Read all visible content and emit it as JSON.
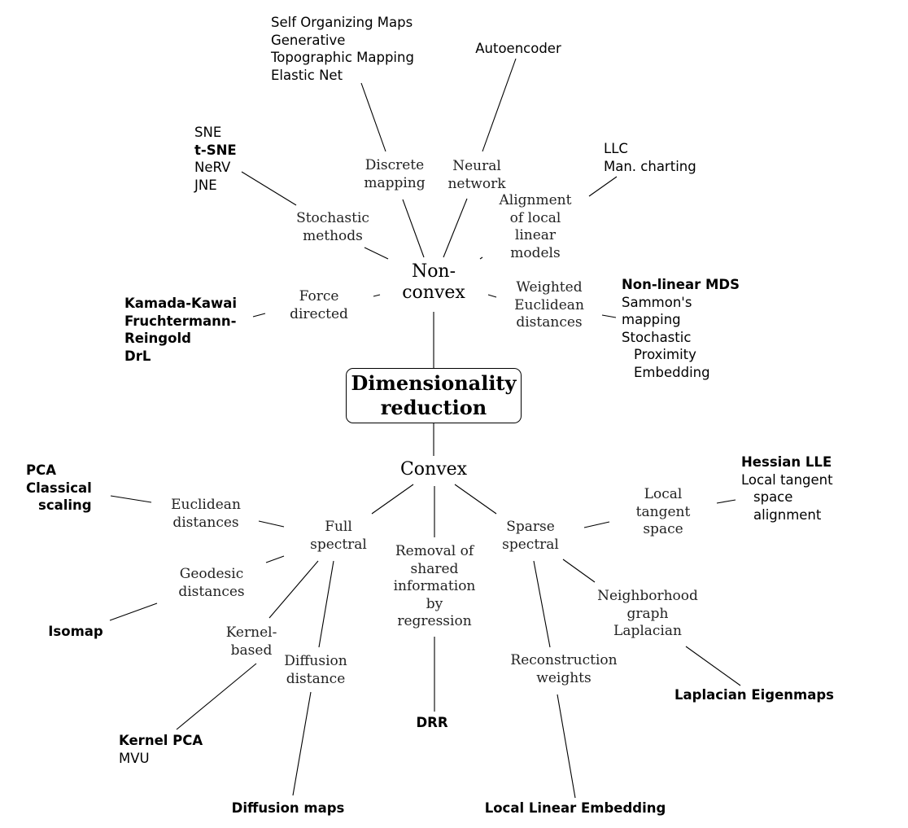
{
  "root": [
    "Dimensionality",
    "reduction"
  ],
  "categories": {
    "nonconvex": [
      "Non-",
      "convex"
    ],
    "convex": [
      "Convex"
    ]
  },
  "methods": {
    "discrete_mapping": [
      "Discrete",
      "mapping"
    ],
    "neural_network": [
      "Neural",
      "network"
    ],
    "stochastic": [
      "Stochastic",
      "methods"
    ],
    "alignment": [
      "Alignment",
      "of local",
      "linear",
      "models"
    ],
    "force_directed": [
      "Force",
      "directed"
    ],
    "weighted_euclidean": [
      "Weighted",
      "Euclidean",
      "distances"
    ],
    "full_spectral": [
      "Full",
      "spectral"
    ],
    "removal": [
      "Removal of",
      "shared",
      "information",
      "by",
      "regression"
    ],
    "sparse_spectral": [
      "Sparse",
      "spectral"
    ],
    "euclidean_distances": [
      "Euclidean",
      "distances"
    ],
    "geodesic_distances": [
      "Geodesic",
      "distances"
    ],
    "kernel_based": [
      "Kernel-",
      "based"
    ],
    "diffusion_distance": [
      "Diffusion",
      "distance"
    ],
    "local_tangent": [
      "Local",
      "tangent",
      "space"
    ],
    "neighborhood": [
      "Neighborhood",
      "graph",
      "Laplacian"
    ],
    "reconstruction": [
      "Reconstruction",
      "weights"
    ]
  },
  "algorithms": {
    "som": [
      {
        "text": "Self Organizing Maps",
        "bold": false
      },
      {
        "text": "Generative",
        "bold": false
      },
      {
        "text": "Topographic Mapping",
        "bold": false
      },
      {
        "text": "Elastic Net",
        "bold": false
      }
    ],
    "autoencoder": [
      {
        "text": "Autoencoder",
        "bold": false
      }
    ],
    "sne": [
      {
        "text": "SNE",
        "bold": false
      },
      {
        "text": "t-SNE",
        "bold": true
      },
      {
        "text": "NeRV",
        "bold": false
      },
      {
        "text": "JNE",
        "bold": false
      }
    ],
    "llc": [
      {
        "text": "LLC",
        "bold": false
      },
      {
        "text": "Man. charting",
        "bold": false
      }
    ],
    "kamada": [
      {
        "text": "Kamada-Kawai",
        "bold": true
      },
      {
        "text": "Fruchtermann-",
        "bold": true
      },
      {
        "text": "Reingold",
        "bold": true
      },
      {
        "text": "DrL",
        "bold": true
      }
    ],
    "mds": [
      {
        "text": "Non-linear MDS",
        "bold": true
      },
      {
        "text": "Sammon's",
        "bold": false
      },
      {
        "text": "mapping",
        "bold": false
      },
      {
        "text": "Stochastic",
        "bold": false
      },
      {
        "text": "Proximity",
        "bold": false,
        "indent": true
      },
      {
        "text": "Embedding",
        "bold": false,
        "indent": true
      }
    ],
    "pca": [
      {
        "text": "PCA",
        "bold": true
      },
      {
        "text": "Classical",
        "bold": true
      },
      {
        "text": "scaling",
        "bold": true,
        "indent": true
      }
    ],
    "isomap": [
      {
        "text": "Isomap",
        "bold": true
      }
    ],
    "kpca": [
      {
        "text": "Kernel PCA",
        "bold": true
      },
      {
        "text": "MVU",
        "bold": false
      }
    ],
    "diffmaps": [
      {
        "text": "Diffusion maps",
        "bold": true
      }
    ],
    "drr": [
      {
        "text": "DRR",
        "bold": true
      }
    ],
    "lle": [
      {
        "text": "Local Linear Embedding",
        "bold": true
      }
    ],
    "hlle": [
      {
        "text": "Hessian LLE",
        "bold": true
      },
      {
        "text": "Local tangent",
        "bold": false
      },
      {
        "text": "space",
        "bold": false,
        "indent": true
      },
      {
        "text": "alignment",
        "bold": false,
        "indent": true
      }
    ],
    "laplacian": [
      {
        "text": "Laplacian Eigenmaps",
        "bold": true
      }
    ]
  }
}
